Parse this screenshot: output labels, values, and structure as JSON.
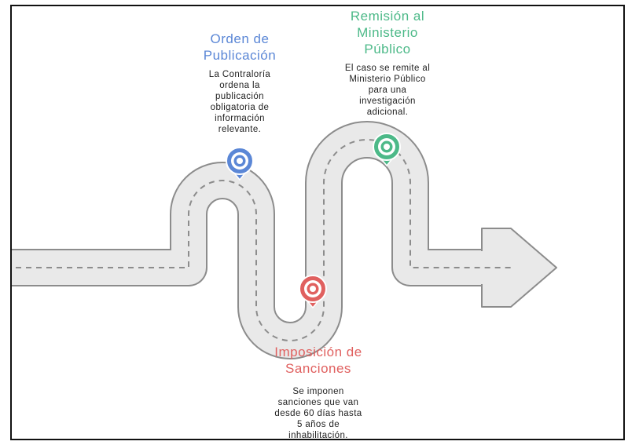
{
  "colors": {
    "blue": "#5b87d6",
    "green": "#4cb988",
    "red": "#e0605f",
    "road": "#e9e9e9",
    "road_edge": "#8c8c8c"
  },
  "steps": [
    {
      "title_lines": [
        "Orden de",
        "Publicación"
      ],
      "desc_lines": [
        "La Contraloría",
        "ordena la",
        "publicación",
        "obligatoria de",
        "información",
        "relevante."
      ],
      "color": "#5b87d6",
      "icon": "location-pin-icon"
    },
    {
      "title_lines": [
        "Remisión al",
        "Ministerio",
        "Público"
      ],
      "desc_lines": [
        "El caso se remite al",
        "Ministerio Público",
        "para una",
        "investigación",
        "adicional."
      ],
      "color": "#4cb988",
      "icon": "location-pin-icon"
    },
    {
      "title_lines": [
        "Imposición de",
        "Sanciones"
      ],
      "desc_lines": [
        "Se imponen",
        "sanciones que van",
        "desde 60 días hasta",
        "5 años de",
        "inhabilitación."
      ],
      "color": "#e0605f",
      "icon": "location-pin-icon"
    }
  ]
}
